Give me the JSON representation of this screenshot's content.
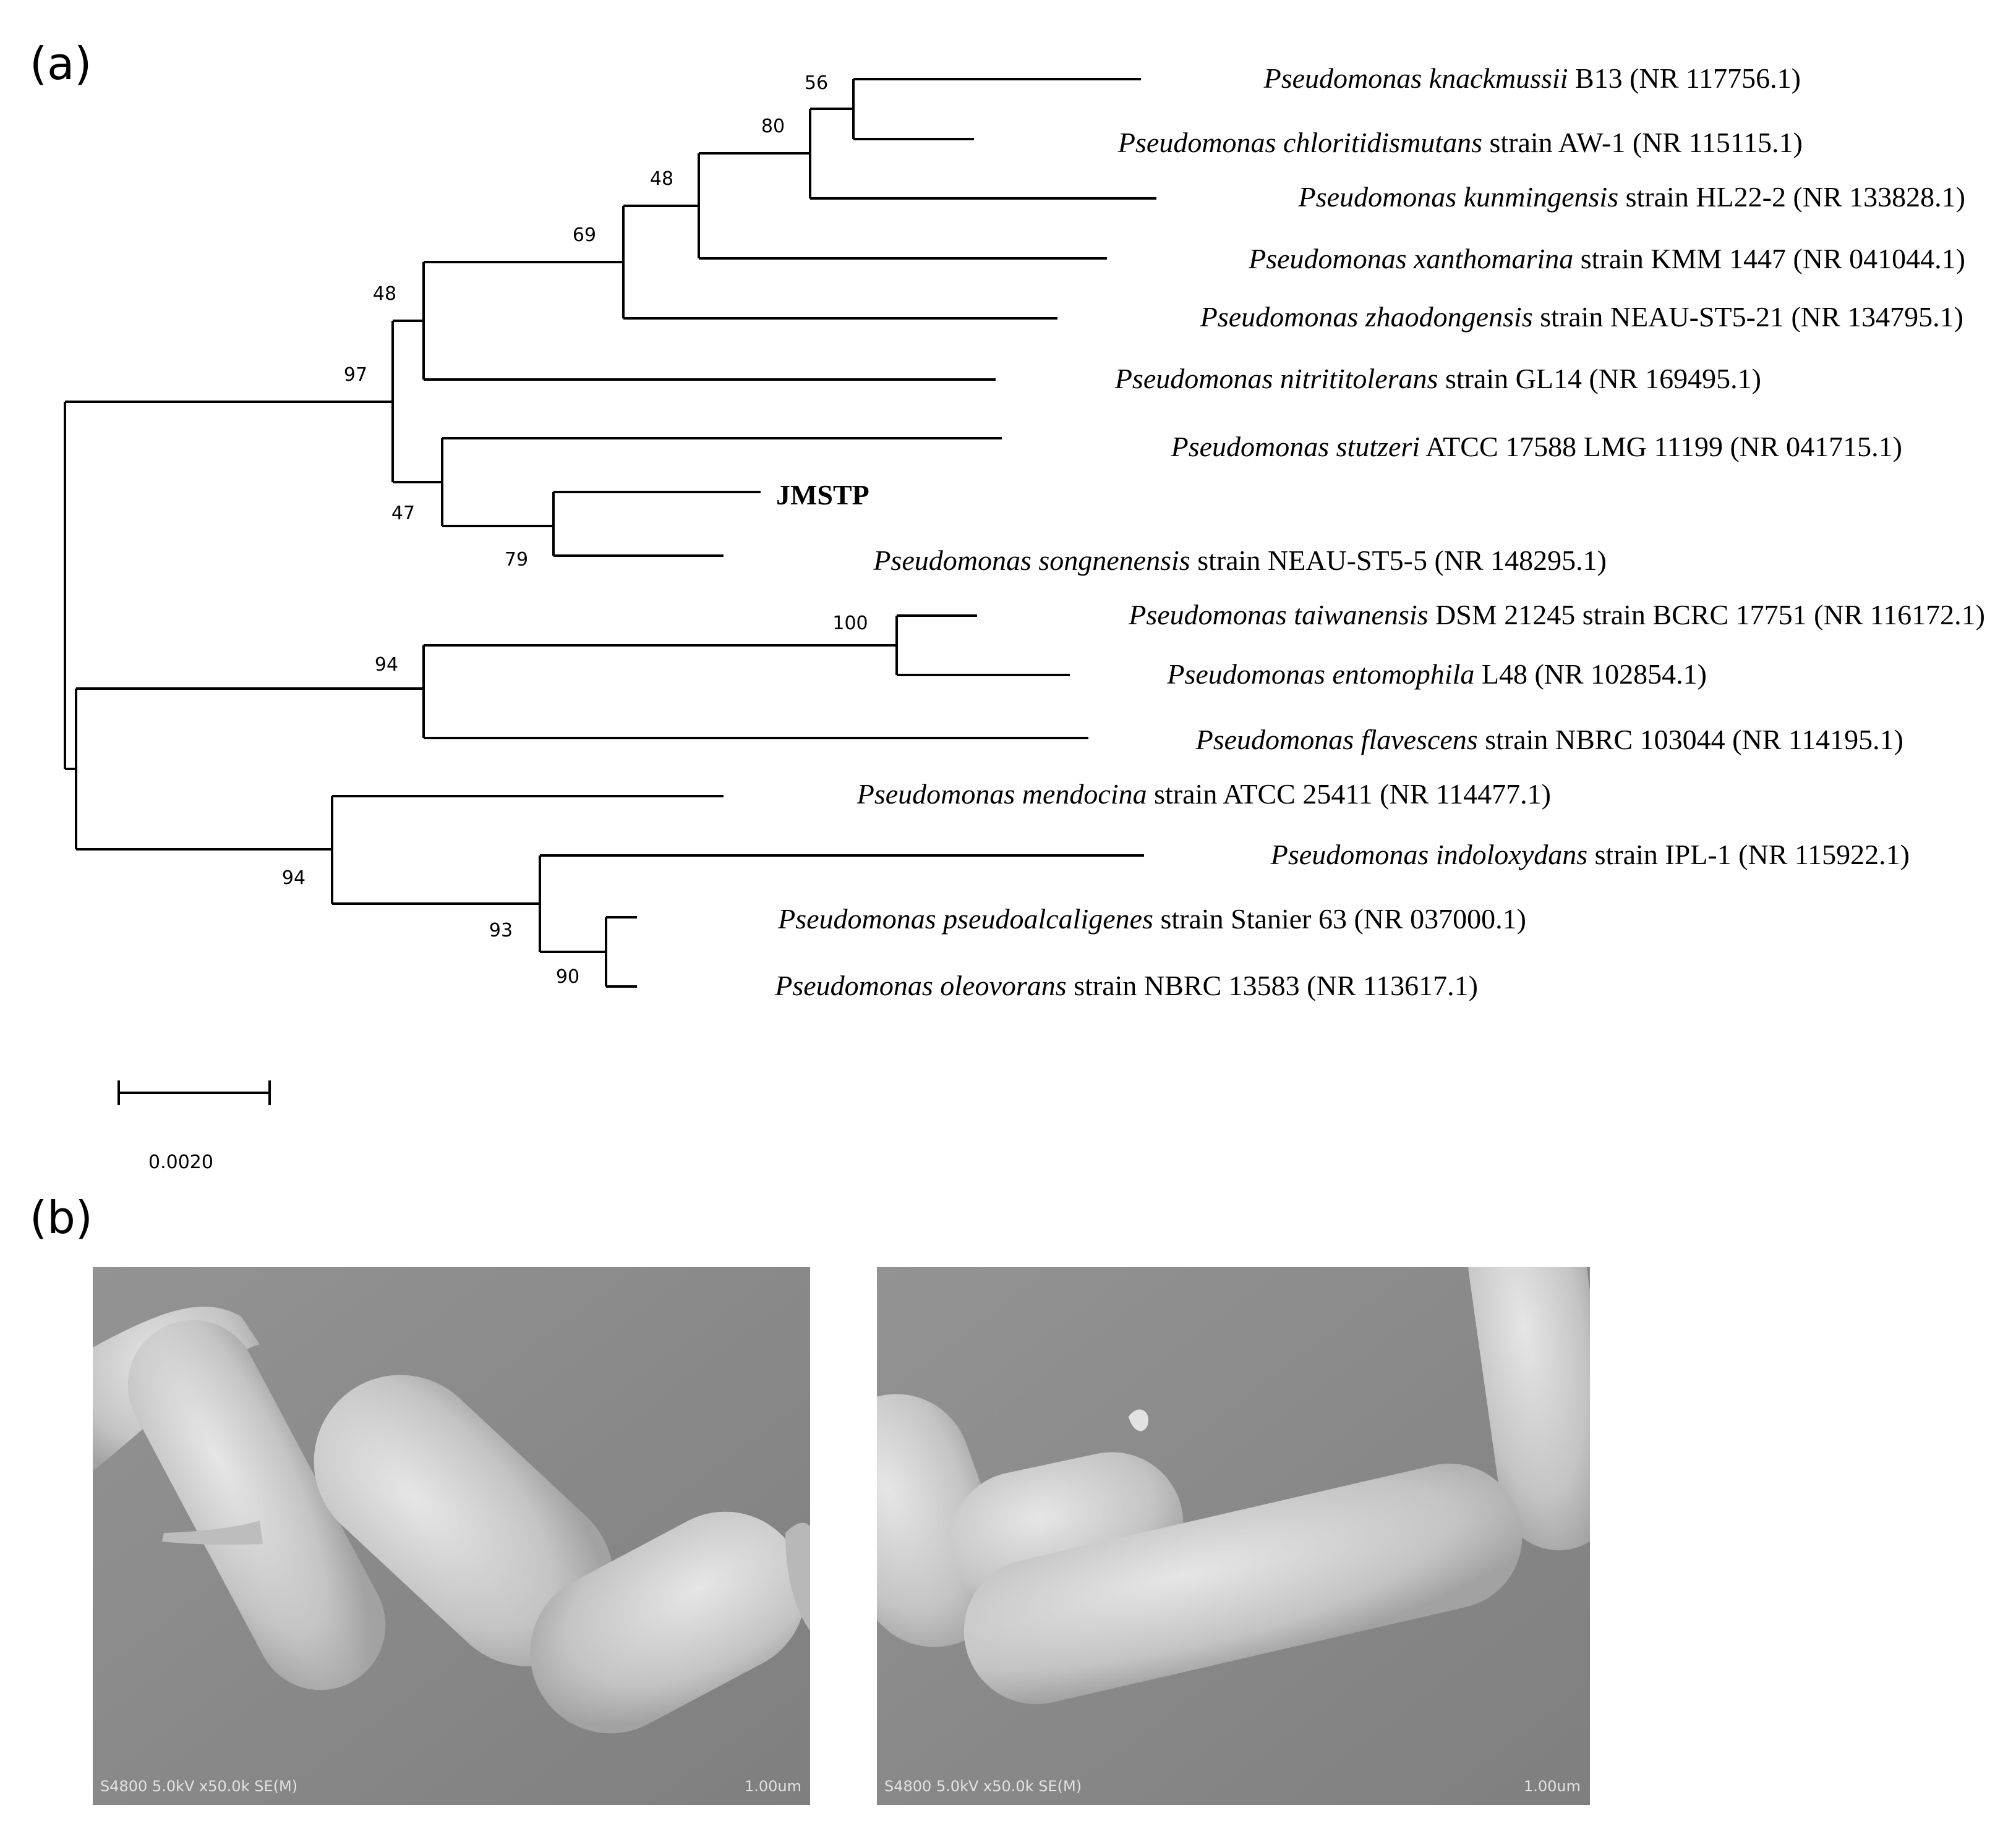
{
  "panels": {
    "a": "(a)",
    "b": "(b)"
  },
  "tree": {
    "leaves": [
      {
        "id": "knackmussii",
        "species": "Pseudomonas knackmussii",
        "rest": " B13 (NR 117756.1)"
      },
      {
        "id": "chloritidismutans",
        "species": "Pseudomonas chloritidismutans",
        "rest": " strain AW-1 (NR 115115.1)"
      },
      {
        "id": "kunmingensis",
        "species": "Pseudomonas kunmingensis",
        "rest": " strain HL22-2 (NR 133828.1)"
      },
      {
        "id": "xanthomarina",
        "species": "Pseudomonas xanthomarina",
        "rest": " strain KMM 1447 (NR 041044.1)"
      },
      {
        "id": "zhaodongensis",
        "species": "Pseudomonas zhaodongensis",
        "rest": " strain NEAU-ST5-21 (NR 134795.1)"
      },
      {
        "id": "nitrititolerans",
        "species": "Pseudomonas nitrititolerans",
        "rest": " strain GL14 (NR 169495.1)"
      },
      {
        "id": "stutzeri",
        "species": "Pseudomonas stutzeri",
        "rest": " ATCC 17588 LMG 11199 (NR 041715.1)"
      },
      {
        "id": "jmstp",
        "species": "",
        "rest": "JMSTP",
        "bold": true
      },
      {
        "id": "songnenensis",
        "species": "Pseudomonas songnenensis",
        "rest": " strain NEAU-ST5-5 (NR 148295.1)"
      },
      {
        "id": "taiwanensis",
        "species": "Pseudomonas taiwanensis",
        "rest": " DSM 21245 strain BCRC 17751 (NR 116172.1)"
      },
      {
        "id": "entomophila",
        "species": "Pseudomonas entomophila",
        "rest": " L48 (NR 102854.1)"
      },
      {
        "id": "flavescens",
        "species": "Pseudomonas flavescens",
        "rest": " strain NBRC 103044 (NR 114195.1)"
      },
      {
        "id": "mendocina",
        "species": "Pseudomonas mendocina",
        "rest": " strain ATCC 25411 (NR 114477.1)"
      },
      {
        "id": "indoloxydans",
        "species": "Pseudomonas indoloxydans",
        "rest": " strain IPL-1 (NR 115922.1)"
      },
      {
        "id": "pseudoalcaligenes",
        "species": "Pseudomonas pseudoalcaligenes",
        "rest": " strain Stanier 63 (NR 037000.1)"
      },
      {
        "id": "oleovorans",
        "species": "Pseudomonas oleovorans",
        "rest": " strain NBRC 13583 (NR 113617.1)"
      }
    ],
    "support_values": [
      "56",
      "80",
      "48",
      "69",
      "48",
      "97",
      "47",
      "79",
      "100",
      "94",
      "94",
      "93",
      "90"
    ],
    "scale_bar_label": "0.0020"
  },
  "sem_images": [
    {
      "caption_left": "S4800 5.0kV x50.0k SE(M)",
      "caption_right": "1.00um"
    },
    {
      "caption_left": "S4800 5.0kV x50.0k SE(M)",
      "caption_right": "1.00um"
    }
  ],
  "colors": {
    "sem_background": "#8a8a8a",
    "sem_cell": "#c8c8c8"
  }
}
